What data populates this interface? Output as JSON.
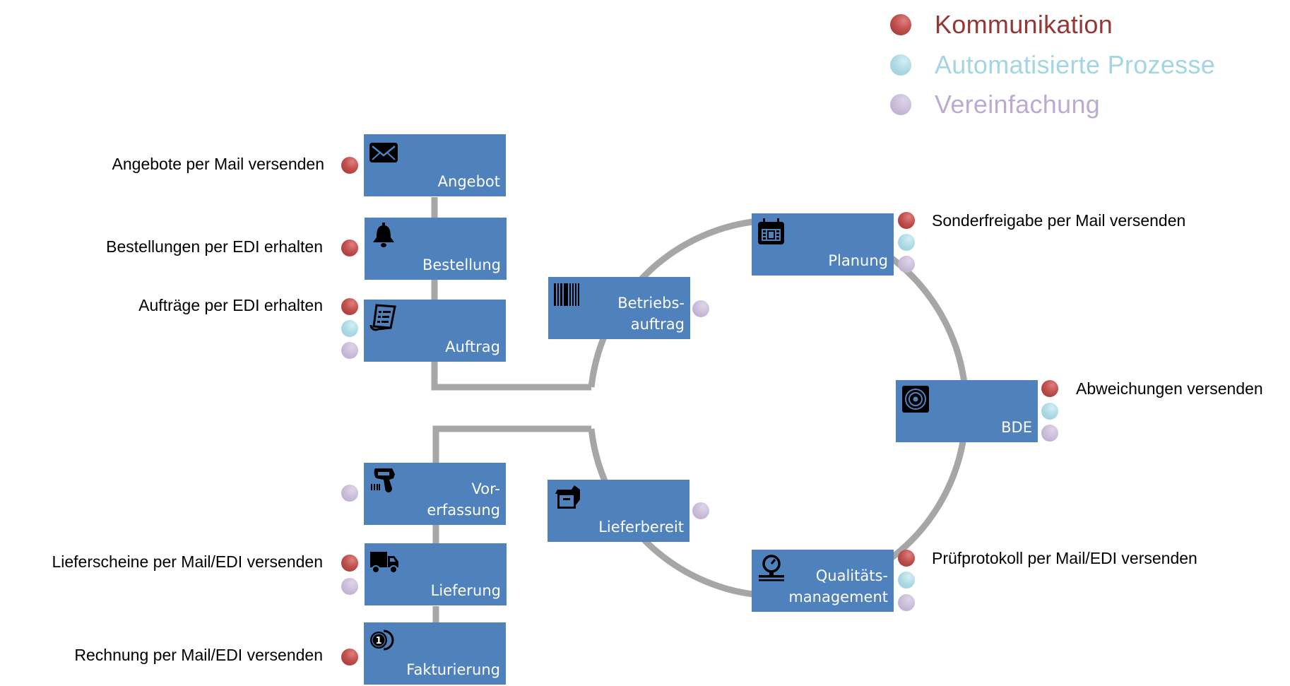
{
  "legend": [
    {
      "label": "Kommunikation",
      "color": "#953735",
      "dot": "red"
    },
    {
      "label": "Automatisierte Prozesse",
      "color": "#a3d5e2",
      "dot": "cyan"
    },
    {
      "label": "Vereinfachung",
      "color": "#bcabd0",
      "dot": "lav"
    }
  ],
  "colors": {
    "box_fill": "#4f81bd",
    "connector": "#a6a6a6",
    "kommunikation": "#c0504d",
    "automatisierung": "#a8d8e4",
    "vereinfachung": "#c8bad8"
  },
  "steps": {
    "angebot": {
      "label": "Angebot",
      "icon": "envelope-icon"
    },
    "bestellung": {
      "label": "Bestellung",
      "icon": "bell-icon"
    },
    "auftrag": {
      "label": "Auftrag",
      "icon": "document-list-icon"
    },
    "betriebsauftrag": {
      "label": "Betriebs-\nauftrag",
      "icon": "barcode-icon"
    },
    "planung": {
      "label": "Planung",
      "icon": "calendar-icon"
    },
    "bde": {
      "label": "BDE",
      "icon": "target-icon"
    },
    "qualitaet": {
      "label": "Qualitäts-\nmanagement",
      "icon": "gauge-icon"
    },
    "lieferbereit": {
      "label": "Lieferbereit",
      "icon": "package-icon"
    },
    "vorerfassung": {
      "label": "Vor-\nerfassung",
      "icon": "barcode-scanner-icon"
    },
    "lieferung": {
      "label": "Lieferung",
      "icon": "truck-icon"
    },
    "fakturierung": {
      "label": "Fakturierung",
      "icon": "coins-icon"
    }
  },
  "notes": {
    "angebot": "Angebote per Mail versenden",
    "bestellung": "Bestellungen per EDI erhalten",
    "auftrag": "Aufträge per EDI erhalten",
    "planung": "Sonderfreigabe per Mail versenden",
    "bde": "Abweichungen versenden",
    "qualitaet": "Prüfprotokoll per Mail/EDI versenden",
    "lieferung": "Lieferscheine per Mail/EDI versenden",
    "fakturierung": "Rechnung per Mail/EDI versenden"
  },
  "markers": {
    "angebot": [
      "Kommunikation"
    ],
    "bestellung": [
      "Kommunikation"
    ],
    "auftrag": [
      "Kommunikation",
      "Automatisierte Prozesse",
      "Vereinfachung"
    ],
    "betriebsauftrag": [
      "Vereinfachung"
    ],
    "planung": [
      "Kommunikation",
      "Automatisierte Prozesse",
      "Vereinfachung"
    ],
    "bde": [
      "Kommunikation",
      "Automatisierte Prozesse",
      "Vereinfachung"
    ],
    "qualitaet": [
      "Kommunikation",
      "Automatisierte Prozesse",
      "Vereinfachung"
    ],
    "lieferbereit": [
      "Vereinfachung"
    ],
    "vorerfassung": [
      "Vereinfachung"
    ],
    "lieferung": [
      "Kommunikation",
      "Vereinfachung"
    ],
    "fakturierung": [
      "Kommunikation"
    ]
  }
}
